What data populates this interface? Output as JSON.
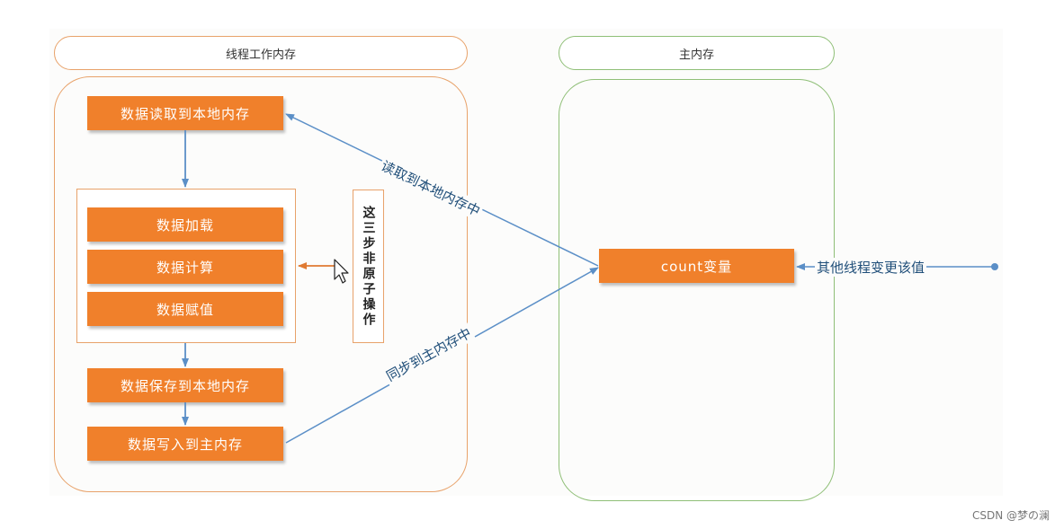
{
  "headers": {
    "thread_memory": "线程工作内存",
    "main_memory": "主内存"
  },
  "steps": {
    "read_to_local": "数据读取到本地内存",
    "load": "数据加载",
    "compute": "数据计算",
    "assign": "数据赋值",
    "save_to_local": "数据保存到本地内存",
    "write_to_main": "数据写入到主内存"
  },
  "note": "这三步非原子操作",
  "count_var": "count变量",
  "edges": {
    "read_label": "读取到本地内存中",
    "sync_label": "同步到主内存中",
    "other_thread_label": "其他线程变更该值"
  },
  "watermark": "CSDN @梦の澜",
  "colors": {
    "box_fill": "#f0802b",
    "orange_border": "#e8a26a",
    "green_border": "#8fbf77",
    "blue_arrow": "#5b8fc7",
    "label_text": "#1f4e79"
  }
}
